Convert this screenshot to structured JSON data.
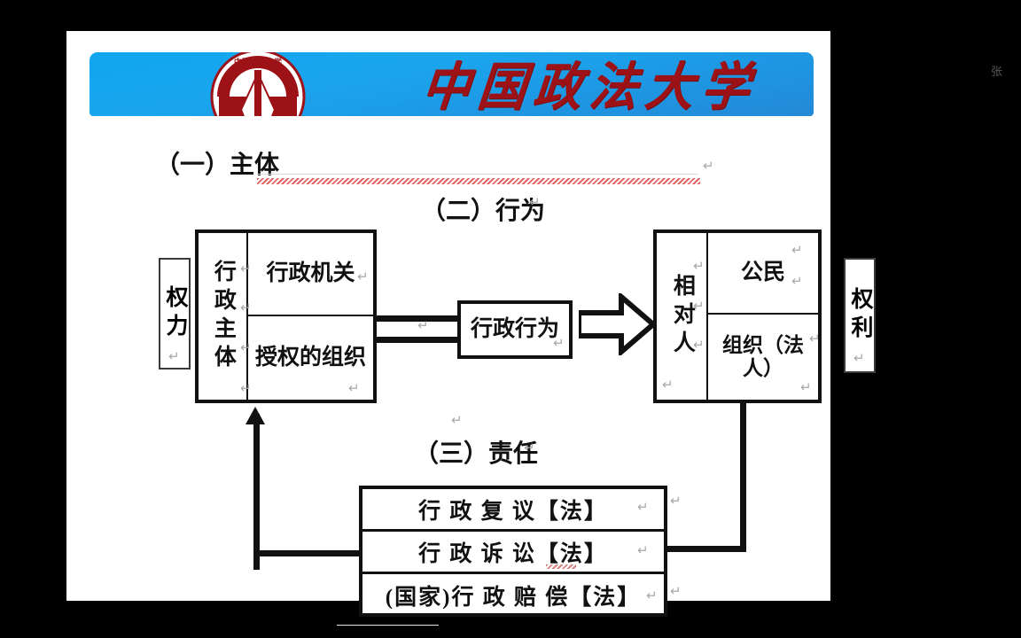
{
  "slide": {
    "banner": {
      "university_title": "中国政法大学",
      "emblem_name": "cupl-emblem",
      "gradient_from": "#0fa6f0",
      "gradient_to": "#2489d6",
      "title_color": "#9c1216"
    },
    "watermark": "张",
    "headings": {
      "subject": "（一）主体",
      "conduct": "（二）行为",
      "liability": "（三）责任"
    },
    "pilcrows": {
      "mark": "↵",
      "subject_line": "↵",
      "conduct_line": "↵",
      "liability_line": "↵"
    },
    "side_labels": {
      "power": "权力",
      "rights": "权利"
    },
    "subject_group": {
      "label": "行政主体",
      "cells": [
        {
          "text": "行政机关"
        },
        {
          "text": "授权的组织"
        }
      ]
    },
    "conduct_box": {
      "text": "行政行为"
    },
    "counterpart_group": {
      "label": "相对人",
      "cells": [
        {
          "text": "公民"
        },
        {
          "text": "组织（法人）"
        }
      ]
    },
    "liability_group": {
      "rows": [
        {
          "text": "行 政 复 议【法】"
        },
        {
          "text": "行 政 诉 讼【法】"
        },
        {
          "text": "(国家)行 政 赔 偿【法】"
        }
      ]
    },
    "connectors": {
      "subject_to_conduct": "double-line",
      "conduct_to_counterpart": "block-arrow-right",
      "liability_to_subject": "up-arrow",
      "counterpart_to_liability": "elbow-line"
    },
    "colors": {
      "ink": "#111111",
      "page": "#ffffff",
      "backdrop": "#000000",
      "spellcheck": "#e04a4a"
    }
  }
}
